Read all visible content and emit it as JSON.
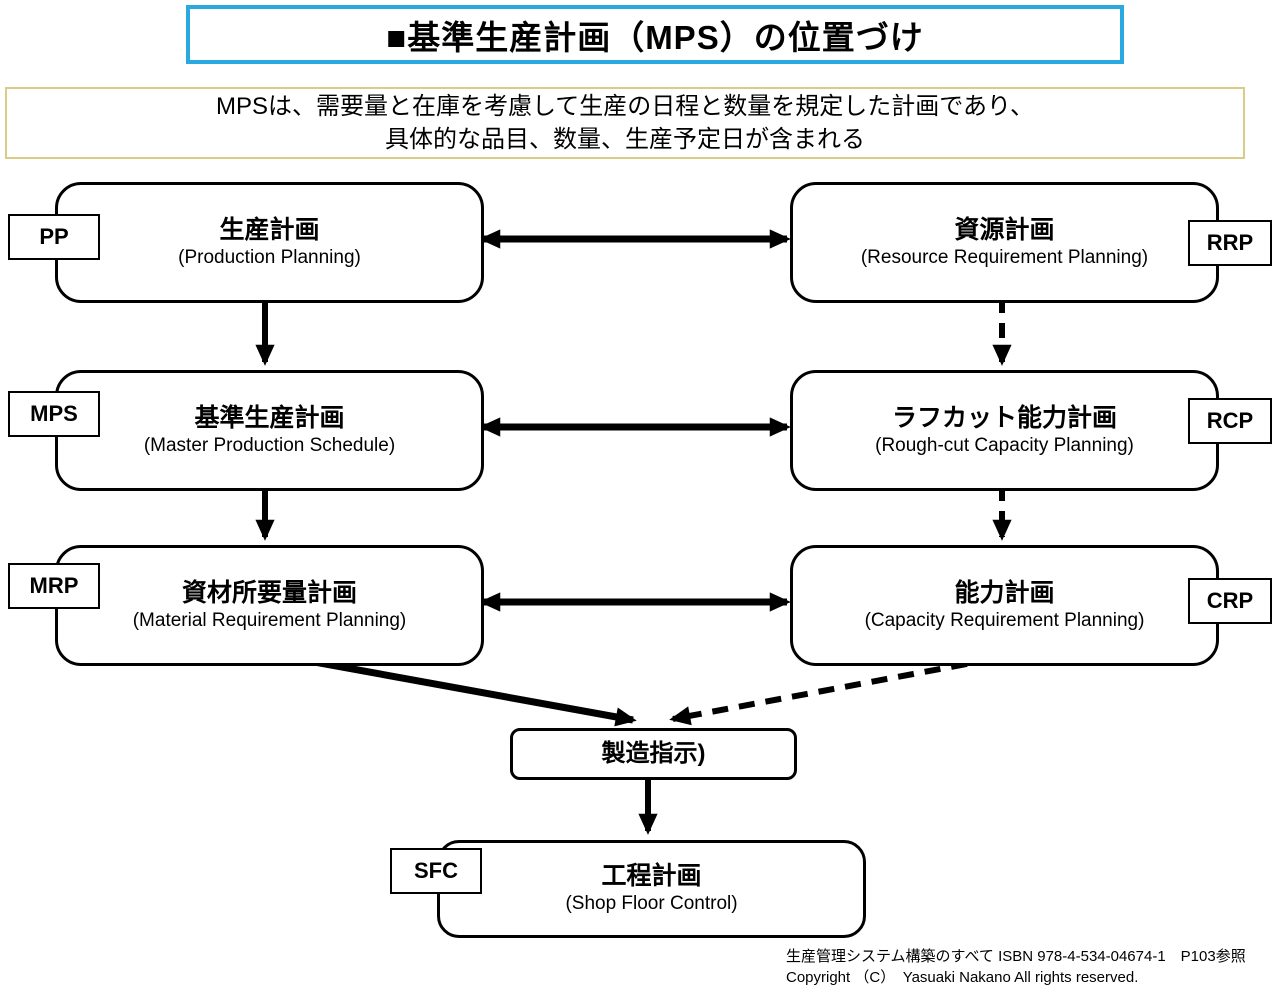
{
  "title": "■基準生産計画（MPS）の位置づけ",
  "subtitle": {
    "line1": "MPSは、需要量と在庫を考慮して生産の日程と数量を規定した計画であり、",
    "line2": "具体的な品目、数量、生産予定日が含まれる"
  },
  "nodes": {
    "pp": {
      "tag": "PP",
      "jp": "生産計画",
      "en": "(Production Planning)"
    },
    "rrp": {
      "tag": "RRP",
      "jp": "資源計画",
      "en": "(Resource Requirement Planning)"
    },
    "mps": {
      "tag": "MPS",
      "jp": "基準生産計画",
      "en": "(Master Production Schedule)"
    },
    "rcp": {
      "tag": "RCP",
      "jp": "ラフカット能力計画",
      "en": "(Rough-cut Capacity Planning)"
    },
    "mrp": {
      "tag": "MRP",
      "jp": "資材所要量計画",
      "en": "(Material Requirement Planning)"
    },
    "crp": {
      "tag": "CRP",
      "jp": "能力計画",
      "en": "(Capacity Requirement Planning)"
    },
    "order": {
      "jp": "製造指示)"
    },
    "sfc": {
      "tag": "SFC",
      "jp": "工程計画",
      "en": "(Shop Floor Control)"
    }
  },
  "edges": [
    {
      "from": "pp",
      "to": "rrp",
      "style": "solid",
      "bidirectional": true
    },
    {
      "from": "pp",
      "to": "mps",
      "style": "solid",
      "bidirectional": false
    },
    {
      "from": "rrp",
      "to": "rcp",
      "style": "dashed",
      "bidirectional": false
    },
    {
      "from": "mps",
      "to": "rcp",
      "style": "solid",
      "bidirectional": true
    },
    {
      "from": "mps",
      "to": "mrp",
      "style": "solid",
      "bidirectional": false
    },
    {
      "from": "rcp",
      "to": "crp",
      "style": "dashed",
      "bidirectional": false
    },
    {
      "from": "mrp",
      "to": "crp",
      "style": "solid",
      "bidirectional": true
    },
    {
      "from": "mrp",
      "to": "order",
      "style": "solid",
      "bidirectional": false
    },
    {
      "from": "crp",
      "to": "order",
      "style": "dashed",
      "bidirectional": false
    },
    {
      "from": "order",
      "to": "sfc",
      "style": "solid",
      "bidirectional": false
    }
  ],
  "colors": {
    "title_border": "#29a9e0",
    "subtitle_border": "#d8cc86",
    "line": "#000000",
    "background": "#ffffff"
  },
  "footer": {
    "line1": "生産管理システム構築のすべて ISBN 978-4-534-04674-1　P103参照",
    "line2": "Copyright （C）　Yasuaki Nakano All rights reserved."
  }
}
